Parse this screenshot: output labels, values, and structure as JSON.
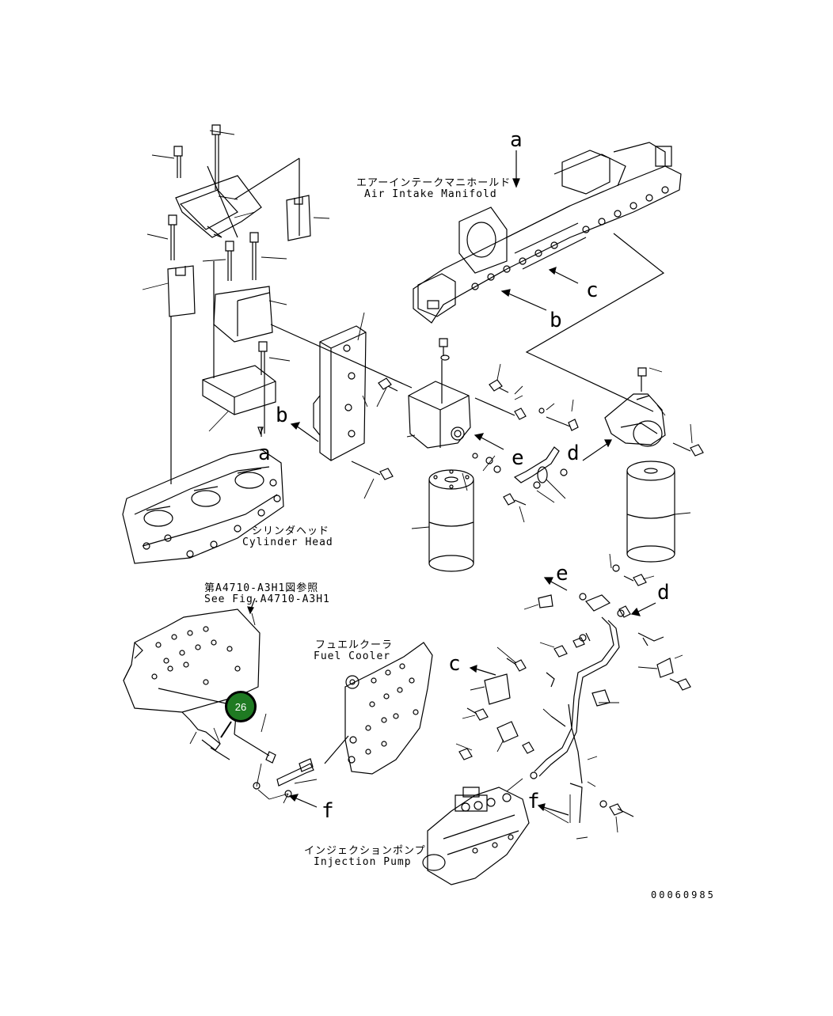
{
  "labels": {
    "manifold_jp": "エアーインテークマニホールド",
    "manifold_en": "Air Intake Manifold",
    "head_jp": "シリンダヘッド",
    "head_en": "Cylinder Head",
    "ref_jp": "第A4710-A3H1図参照",
    "ref_en": "See Fig.A4710-A3H1",
    "cooler_jp": "フュエルクーラ",
    "cooler_en": "Fuel Cooler",
    "pump_jp": "インジェクションポンプ",
    "pump_en": "Injection Pump"
  },
  "letters": {
    "a_top": "a",
    "a_mid": "a",
    "b_left": "b",
    "b_right": "b",
    "c_manifold": "c",
    "c_lower": "c",
    "d_upper": "d",
    "d_lower": "d",
    "e_upper": "e",
    "e_lower": "e",
    "f_left": "f",
    "f_right": "f"
  },
  "callout": {
    "label": "26",
    "color": "#1f7a22"
  },
  "document_number": "00060985"
}
